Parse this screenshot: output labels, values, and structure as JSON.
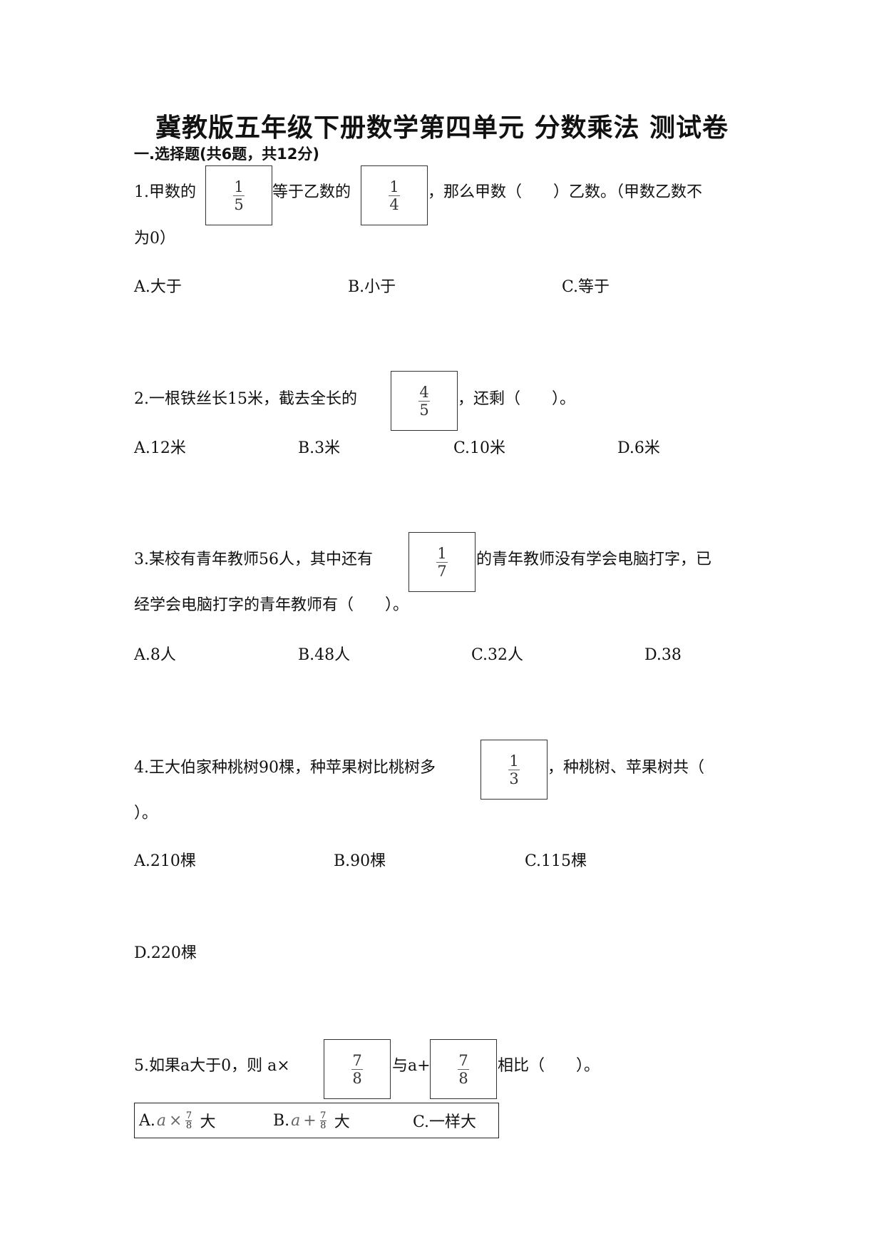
{
  "title": "冀教版五年级下册数学第四单元 分数乘法 测试卷",
  "section": "一.选择题(共6题，共12分)",
  "q1": {
    "a": "1.甲数的",
    "frac1": {
      "num": "1",
      "den": "5"
    },
    "b": "等于乙数的",
    "frac2": {
      "num": "1",
      "den": "4"
    },
    "c": "，那么甲数（　　）乙数。（甲数乙数不",
    "d": "为0）",
    "options": [
      "A.大于",
      "B.小于",
      "C.等于"
    ]
  },
  "q2": {
    "a": "2.一根铁丝长15米，截去全长的",
    "frac1": {
      "num": "4",
      "den": "5"
    },
    "b": "，还剩（　　）。",
    "options": [
      "A.12米",
      "B.3米",
      "C.10米",
      "D.6米"
    ]
  },
  "q3": {
    "a": "3.某校有青年教师56人，其中还有",
    "frac1": {
      "num": "1",
      "den": "7"
    },
    "b": "的青年教师没有学会电脑打字，已",
    "c": "经学会电脑打字的青年教师有（　　）。",
    "options": [
      "A.8人",
      "B.48人",
      "C.32人",
      "D.38"
    ]
  },
  "q4": {
    "a": "4.王大伯家种桃树90棵，种苹果树比桃树多",
    "frac1": {
      "num": "1",
      "den": "3"
    },
    "b": "，种桃树、苹果树共（",
    "c": "）。",
    "options": [
      "A.210棵",
      "B.90棵",
      "C.115棵",
      "D.220棵"
    ]
  },
  "q5": {
    "a": "5.如果a大于0，则 a×",
    "frac1": {
      "num": "7",
      "den": "8"
    },
    "b": "与a+",
    "frac2": {
      "num": "7",
      "den": "8"
    },
    "c": "相比（　　）。",
    "answers": {
      "a_prefix": "A.",
      "a_var": "a",
      "a_op": "×",
      "a_frac": {
        "num": "7",
        "den": "8"
      },
      "a_suffix": "大",
      "b_prefix": "B.",
      "b_var": "a",
      "b_op": "+",
      "b_frac": {
        "num": "7",
        "den": "8"
      },
      "b_suffix": "大",
      "c_text": "C.一样大"
    }
  }
}
